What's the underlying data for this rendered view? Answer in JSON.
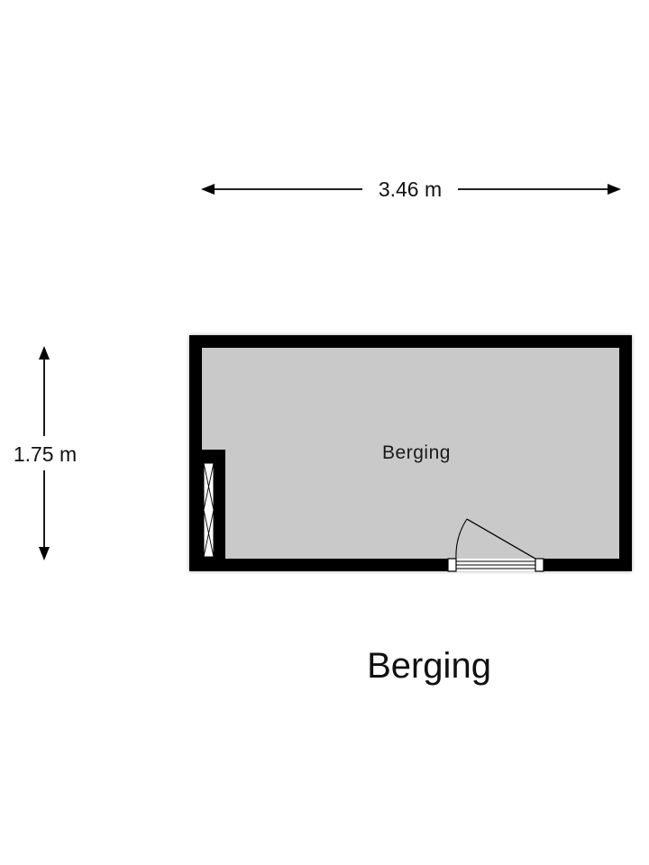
{
  "dimensions": {
    "width_label": "3.46 m",
    "depth_label": "1.75 m"
  },
  "room": {
    "name": "Berging"
  },
  "plan": {
    "title": "Berging"
  },
  "colors": {
    "wall": "#000000",
    "floor": "#c9c9c9",
    "door_line": "#000000",
    "background": "#ffffff"
  }
}
